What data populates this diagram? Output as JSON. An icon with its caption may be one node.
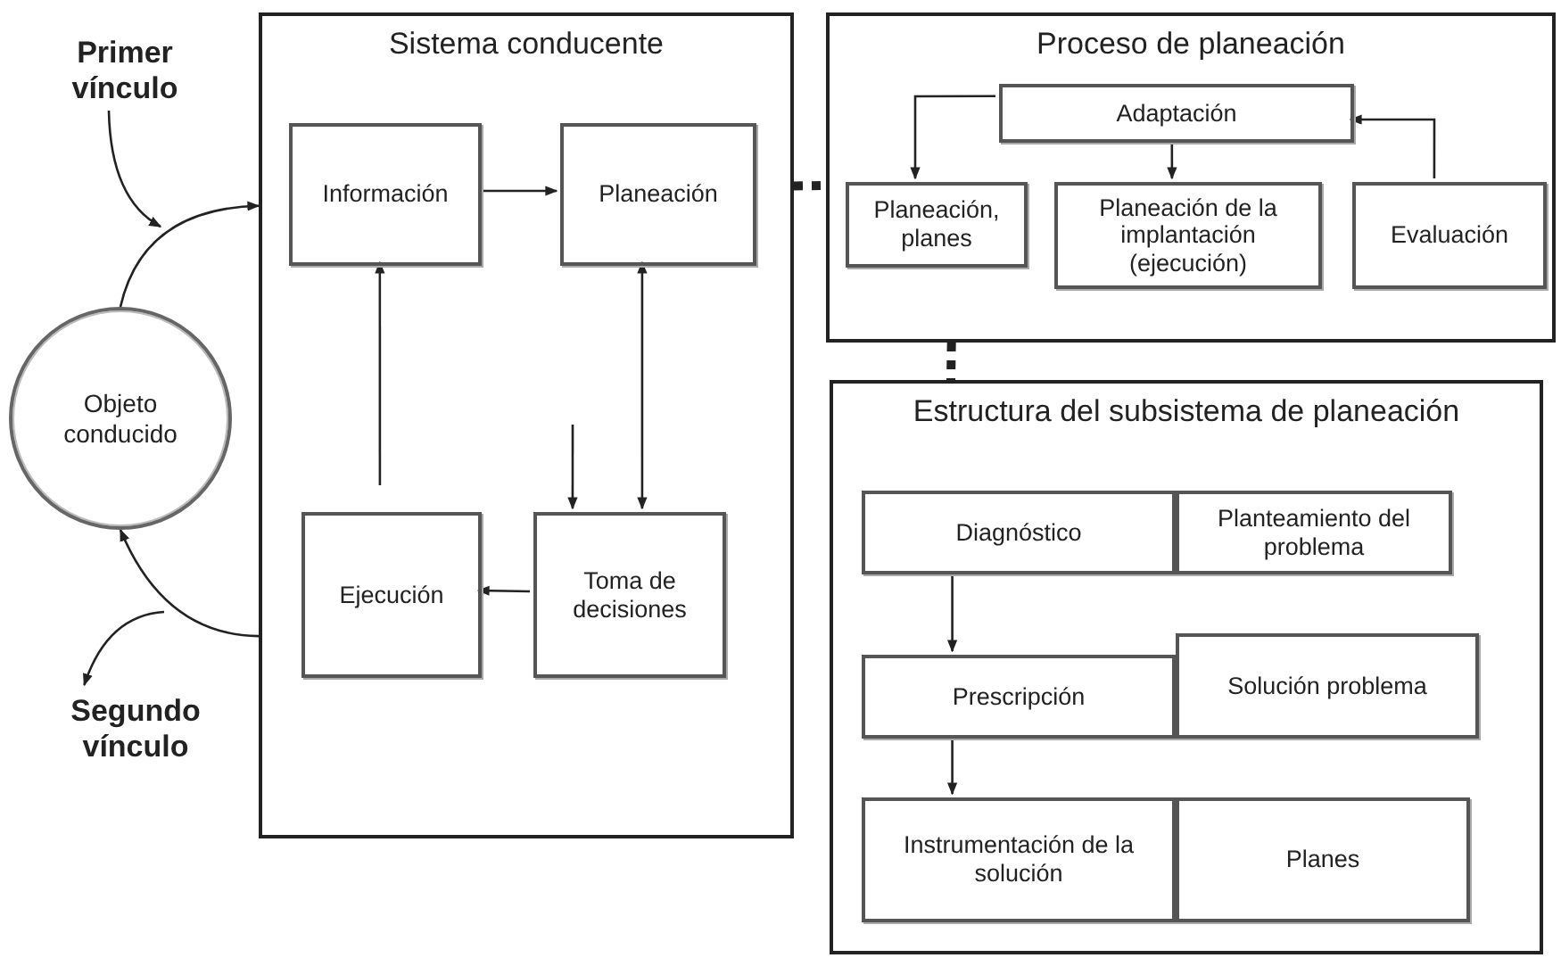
{
  "diagram": {
    "nodes": [
      {
        "text": [
          "Sistema conducente"
        ]
      },
      {
        "text": [
          "Información"
        ],
        "in": 0
      },
      {
        "text": [
          "Planeación"
        ],
        "in": 0
      },
      {
        "text": [
          "Ejecución"
        ],
        "in": 0
      },
      {
        "text": [
          "Toma de decisiones"
        ],
        "in": 0
      },
      {
        "text": [
          "Proceso de planeación"
        ]
      },
      {
        "text": [
          "Adaptación"
        ],
        "in": 5
      },
      {
        "text": [
          "Planeación, planes"
        ],
        "in": 5
      },
      {
        "text": [
          "Planeación de la implantación (ejecución)"
        ],
        "in": 5
      },
      {
        "text": [
          "Evaluación"
        ],
        "in": 5
      },
      {
        "text": [
          "Estructura del subsistema de planeación"
        ]
      },
      {
        "text": [
          "Diagnóstico"
        ],
        "in": 10
      },
      {
        "text": [
          "Planteamiento del problema"
        ],
        "in": 10
      },
      {
        "text": [
          "Prescripción"
        ],
        "in": 10
      },
      {
        "text": [
          "Solución problema"
        ],
        "in": 10
      },
      {
        "text": [
          "Instrumentación de la solución"
        ],
        "in": 10
      },
      {
        "text": [
          "Planes"
        ],
        "in": 10
      },
      {
        "text": [
          "Objeto conducido"
        ]
      },
      {
        "text": [
          "Primer vínculo"
        ]
      },
      {
        "text": [
          "Segundo vínculo"
        ]
      }
    ],
    "edges": [
      {
        "from": 17,
        "to": 0,
        "arrow": "to"
      },
      {
        "from": 0,
        "to": 17,
        "arrow": "to"
      },
      {
        "from": 18,
        "to": null,
        "arrow": "to"
      },
      {
        "from": null,
        "to": 19,
        "arrow": "to"
      },
      {
        "from": 1,
        "to": 2,
        "arrow": "to"
      },
      {
        "from": 3,
        "to": 1,
        "arrow": "to"
      },
      {
        "from": 2,
        "to": 4,
        "arrow": "both"
      },
      {
        "from": null,
        "to": 4,
        "arrow": "to"
      },
      {
        "from": 4,
        "to": 3,
        "arrow": "to"
      },
      {
        "from": 0,
        "to": 5,
        "arrow": "none",
        "style": "dashed"
      },
      {
        "from": 5,
        "to": 10,
        "arrow": "none",
        "style": "dashed"
      },
      {
        "from": 6,
        "to": 7,
        "arrow": "to"
      },
      {
        "from": 6,
        "to": 8,
        "arrow": "to"
      },
      {
        "from": 9,
        "to": 6,
        "arrow": "to"
      },
      {
        "from": 11,
        "to": 13,
        "arrow": "to"
      },
      {
        "from": 13,
        "to": 15,
        "arrow": "to"
      }
    ]
  }
}
